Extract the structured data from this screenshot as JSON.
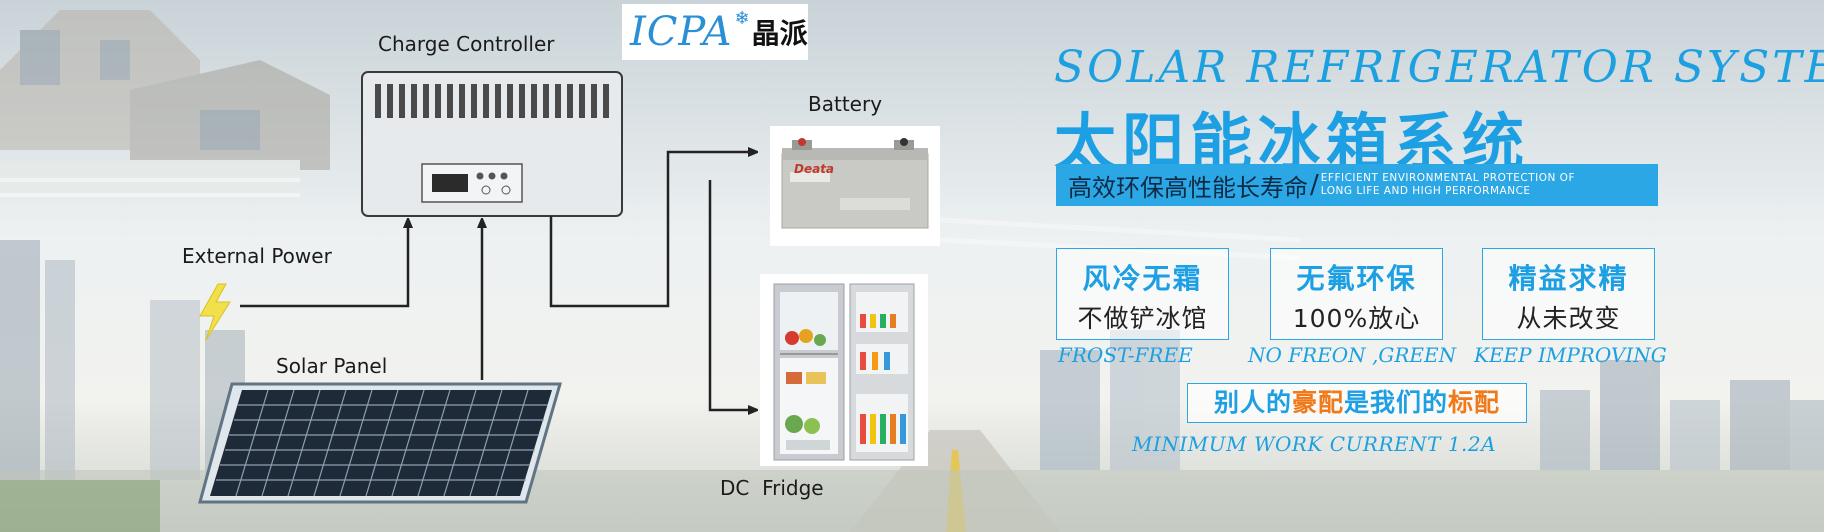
{
  "logo": {
    "en": "ICPA",
    "snowflake": "❄",
    "cn": "晶派"
  },
  "diagram": {
    "charge_controller": "Charge Controller",
    "battery": "Battery",
    "external_power": "External Power",
    "solar_panel": "Solar Panel",
    "dc_fridge": "DC  Fridge",
    "battery_brand": "Deata"
  },
  "headline": {
    "title_en": "SOLAR REFRIGERATOR SYSTEM",
    "title_cn": "太阳能冰箱系统",
    "sub_cn": "高效环保高性能长寿命",
    "sub_slash": "/",
    "sub_en_line1": "EFFICIENT ENVIRONMENTAL PROTECTION OF",
    "sub_en_line2": "LONG LIFE AND HIGH PERFORMANCE"
  },
  "features": [
    {
      "cn_top": "风冷无霜",
      "cn_bottom": "不做铲冰馆",
      "en": "FROST-FREE"
    },
    {
      "cn_top": "无氟环保",
      "cn_bottom": "100%放心",
      "en": "NO FREON ,GREEN"
    },
    {
      "cn_top": "精益求精",
      "cn_bottom": "从未改变",
      "en": "KEEP IMPROVING"
    }
  ],
  "slogan": {
    "p1": "别人的",
    "p2": "豪配",
    "p3": "是我们的",
    "p4": "标配"
  },
  "min_current": "MINIMUM WORK CURRENT 1.2A",
  "colors": {
    "accent": "#1d9fe3",
    "highlight": "#f07a19",
    "line": "#222222"
  }
}
